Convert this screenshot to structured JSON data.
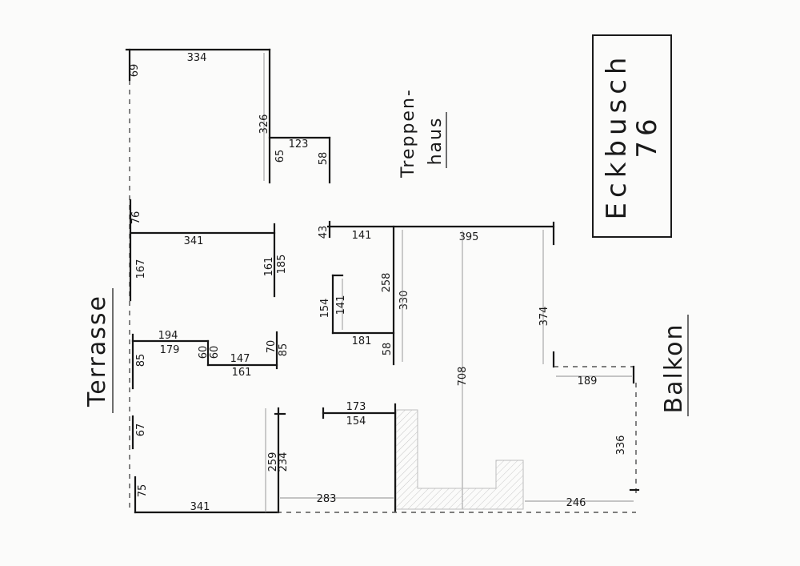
{
  "labels": {
    "terrace": "Terrasse",
    "stairwell_line1": "Treppen-",
    "stairwell_line2": "haus",
    "balcony": "Balkon",
    "title_line1": "Eckbusch",
    "title_line2": "76"
  },
  "dimensions": {
    "d_334": "334",
    "d_326": "326",
    "d_65": "65",
    "d_123": "123",
    "d_58a": "58",
    "d_69": "69",
    "d_76": "76",
    "d_341a": "341",
    "d_167": "167",
    "d_161a": "161",
    "d_185": "185",
    "d_194": "194",
    "d_179": "179",
    "d_85a": "85",
    "d_60a": "60",
    "d_60b": "60",
    "d_147": "147",
    "d_161b": "161",
    "d_70": "70",
    "d_85b": "85",
    "d_67": "67",
    "d_75": "75",
    "d_341b": "341",
    "d_259": "259",
    "d_234": "234",
    "d_283": "283",
    "d_43": "43",
    "d_141a": "141",
    "d_395": "395",
    "d_258": "258",
    "d_330": "330",
    "d_154a": "154",
    "d_141b": "141",
    "d_181": "181",
    "d_58b": "58",
    "d_374": "374",
    "d_189": "189",
    "d_708": "708",
    "d_336": "336",
    "d_246": "246",
    "d_173": "173",
    "d_154b": "154"
  }
}
